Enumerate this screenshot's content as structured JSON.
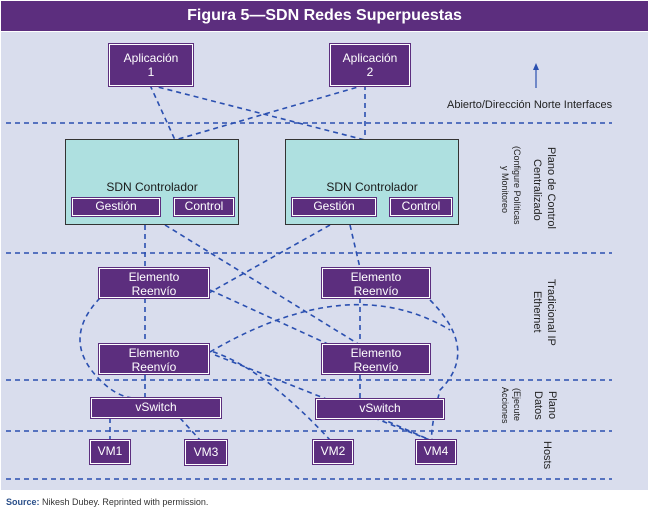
{
  "title": "Figura 5—SDN Redes Superpuestas",
  "colors": {
    "box": "#5c2e7e",
    "controller": "#aee0e0",
    "background": "#d9dded",
    "line": "#2a4fb0"
  },
  "apps": [
    {
      "line1": "Aplicación",
      "line2": "1"
    },
    {
      "line1": "Aplicación",
      "line2": "2"
    }
  ],
  "north_label": "Abierto/Dirección Norte Interfaces",
  "controllers": [
    {
      "label": "SDN Controlador",
      "mgmt": "Gestión",
      "control": "Control"
    },
    {
      "label": "SDN Controlador",
      "mgmt": "Gestión",
      "control": "Control"
    }
  ],
  "forwarders": [
    {
      "line1": "Elemento",
      "line2": "Reenvío"
    },
    {
      "line1": "Elemento",
      "line2": "Reenvío"
    },
    {
      "line1": "Elemento",
      "line2": "Reenvío"
    },
    {
      "line1": "Elemento",
      "line2": "Reenvío"
    }
  ],
  "vswitches": [
    "vSwitch",
    "vSwitch"
  ],
  "vms": [
    "VM1",
    "VM3",
    "VM2",
    "VM4"
  ],
  "side_labels": {
    "control_plane_1": "Plano de Control",
    "control_plane_2": "Centralizado",
    "control_plane_sub_1": "(Configure Políticas",
    "control_plane_sub_2": "y Monitoreo",
    "ip_1": "Tradicional IP",
    "ip_2": "Ethernet",
    "data_plane_1": "Plano",
    "data_plane_2": "Datos",
    "data_plane_sub_1": "(Ejecute",
    "data_plane_sub_2": "Acciones",
    "hosts": "Hosts"
  },
  "source_label": "Source:",
  "source_text": "Nikesh Dubey. Reprinted with permission."
}
